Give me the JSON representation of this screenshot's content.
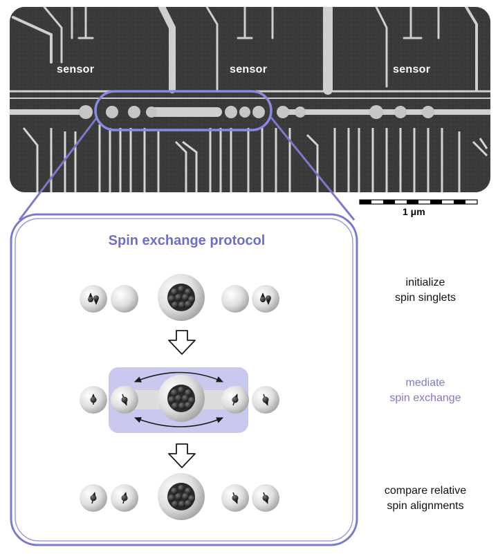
{
  "sem_image": {
    "sensor_labels": [
      "sensor",
      "sensor",
      "sensor"
    ],
    "scale_bar_label": "1 μm"
  },
  "protocol_panel": {
    "title": "Spin exchange protocol",
    "steps": [
      {
        "line1": "initialize",
        "line2": "spin singlets",
        "highlighted": false
      },
      {
        "line1": "mediate",
        "line2": "spin exchange",
        "highlighted": true
      },
      {
        "line1": "compare relative",
        "line2": "spin alignments",
        "highlighted": false
      }
    ]
  },
  "colors": {
    "accent": "#7b7bcf",
    "highlight_fill": "#c9c9f0",
    "panel_border": "#7a7acc",
    "sem_background": "#3c3c3c",
    "sem_gates": "#cfcfcf"
  }
}
